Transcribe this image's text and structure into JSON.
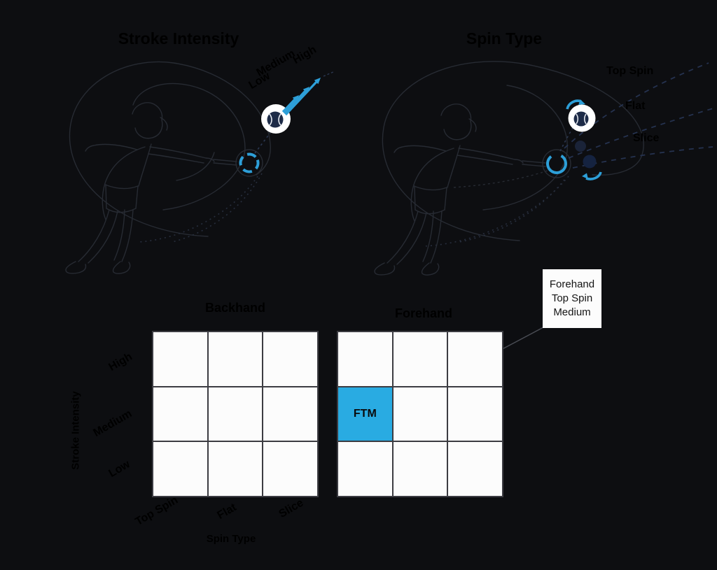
{
  "page": {
    "background": "#0d0e11"
  },
  "colors": {
    "accent_blue": "#29abe2",
    "arrow_blue": "#2d9fd8",
    "cell_white": "#fcfcfc",
    "ink": "#000000"
  },
  "stroke_intensity_diagram": {
    "title": "Stroke Intensity",
    "labels": [
      "Low",
      "Medium",
      "High"
    ]
  },
  "spin_type_diagram": {
    "title": "Spin Type",
    "labels": [
      "Top Spin",
      "Flat",
      "Slice"
    ]
  },
  "matrix": {
    "left_grid_title": "Backhand",
    "right_grid_title": "Forehand",
    "row_axis_label": "Stroke Intensity",
    "col_axis_label": "Spin Type",
    "row_labels": [
      "High",
      "Medium",
      "Low"
    ],
    "col_labels": [
      "Top Spin",
      "Flat",
      "Slice"
    ],
    "highlighted_cell": {
      "code": "FTM",
      "grid": "Forehand",
      "row": "Medium",
      "column": "Top Spin"
    },
    "callout": {
      "lines": [
        "Forehand",
        "Top Spin",
        "Medium"
      ]
    }
  }
}
